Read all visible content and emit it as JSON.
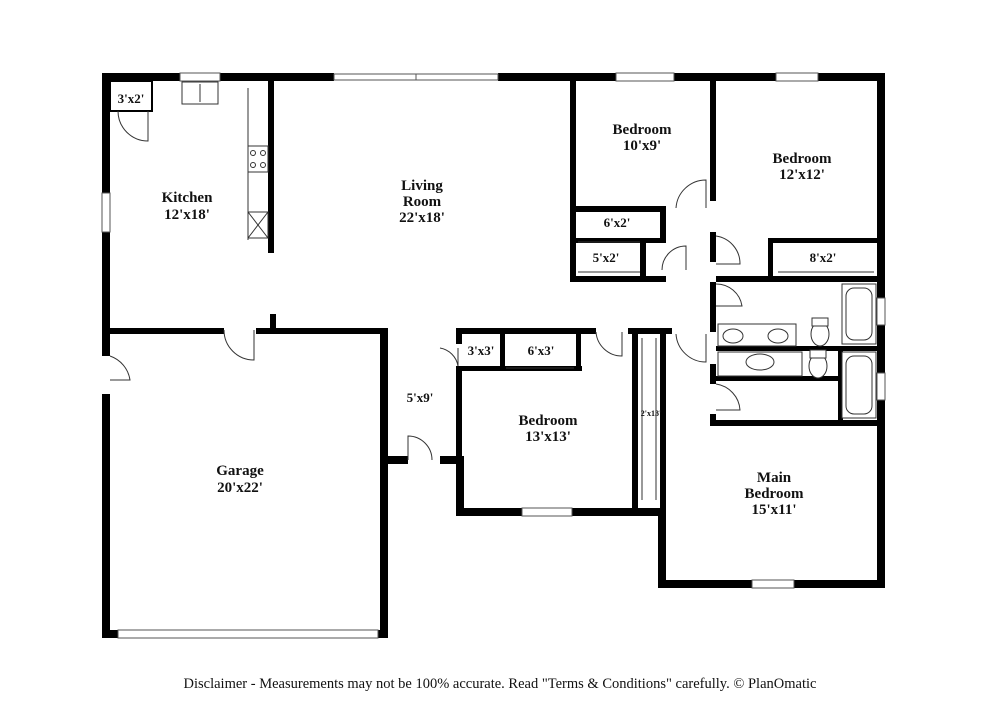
{
  "rooms": {
    "kitchen": {
      "name": "Kitchen",
      "size": "12'x18'"
    },
    "living": {
      "name1": "Living",
      "name2": "Room",
      "size": "22'x18'"
    },
    "bedroom_a": {
      "name": "Bedroom",
      "size": "10'x9'"
    },
    "bedroom_b": {
      "name": "Bedroom",
      "size": "12'x12'"
    },
    "bedroom_c": {
      "name": "Bedroom",
      "size": "13'x13'"
    },
    "main_bedroom": {
      "name1": "Main",
      "name2": "Bedroom",
      "size": "15'x11'"
    },
    "garage": {
      "name": "Garage",
      "size": "20'x22'"
    }
  },
  "closets": {
    "pantry": "3'x2'",
    "c6x2": "6'x2'",
    "c5x2": "5'x2'",
    "c8x2": "8'x2'",
    "c3x3": "3'x3'",
    "c6x3": "6'x3'",
    "c2x13": "2'x13'",
    "hall": "5'x9'"
  },
  "disclaimer": "Disclaimer - Measurements may not be 100% accurate. Read \"Terms & Conditions\" carefully. © PlanOmatic"
}
